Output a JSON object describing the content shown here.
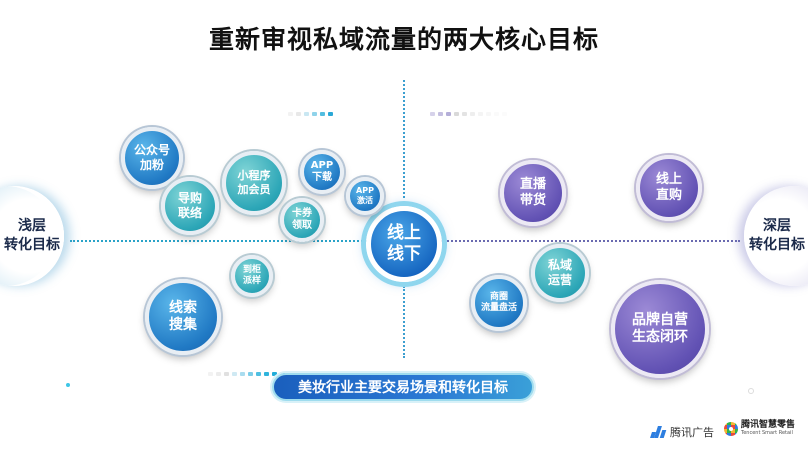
{
  "title": "重新审视私域流量的两大核心目标",
  "center": "线上\n线下",
  "left_goal": "浅层\n转化目标",
  "right_goal": "深层\n转化目标",
  "left_nodes": {
    "gzh": "公众号\n加粉",
    "dg": "导购\n联络",
    "xcx": "小程序\n加会员",
    "app_dl": "APP\n下载",
    "app_jh": "APP\n激活",
    "kq": "卡券\n领取",
    "dg2": "到柜\n派样",
    "xs": "线索\n搜集"
  },
  "right_nodes": {
    "zb": "直播\n带货",
    "xszg": "线上\n直购",
    "sy": "私域\n运营",
    "sq": "商圈\n流量盘活",
    "pp": "品牌自营\n生态闭环"
  },
  "banner": "美妆行业主要交易场景和转化目标",
  "logos": {
    "tx_ad": "腾讯广告",
    "tx_sr": "腾讯智慧零售",
    "tx_sr_en": "Tencent Smart Retail"
  },
  "colors": {
    "blue": "#2079c4",
    "teal": "#2ca6b7",
    "purple": "#6252b4",
    "axis_left": "#2aa3c8",
    "axis_right": "#6a6ab0"
  }
}
